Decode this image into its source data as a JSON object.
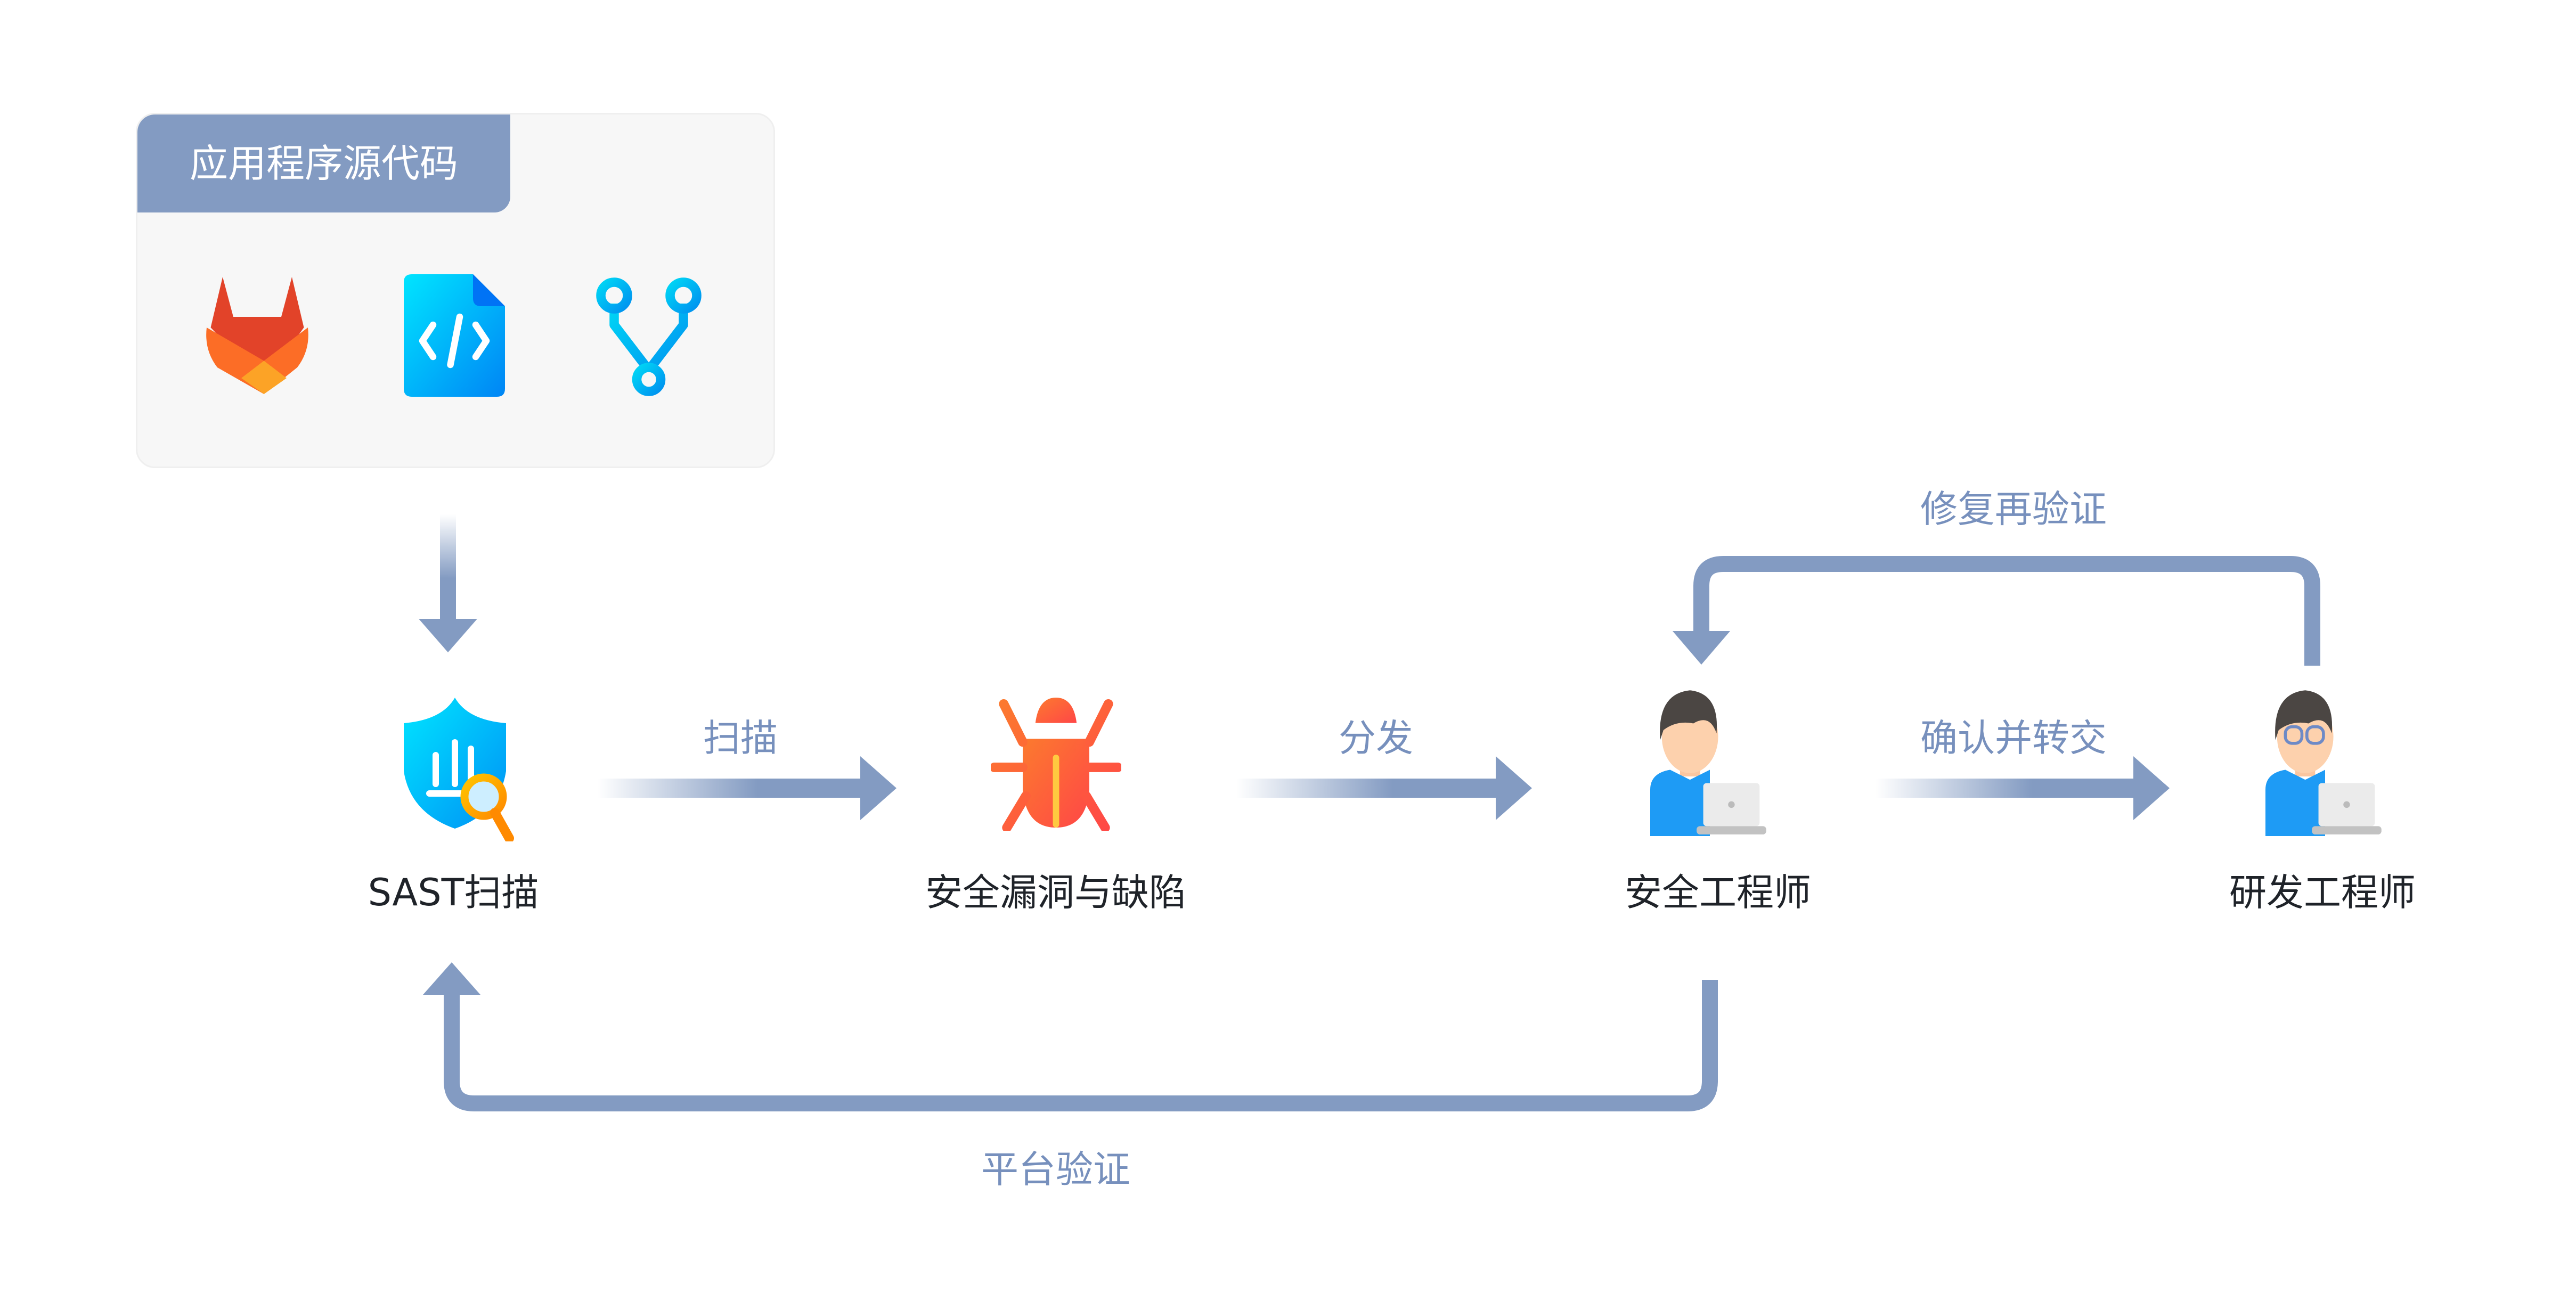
{
  "source_card": {
    "title": "应用程序源代码",
    "icons": [
      "gitlab-icon",
      "code-file-icon",
      "git-branch-icon"
    ]
  },
  "nodes": {
    "sast": "SAST扫描",
    "vuln": "安全漏洞与缺陷",
    "security_engineer": "安全工程师",
    "dev_engineer": "研发工程师"
  },
  "edges": {
    "scan": "扫描",
    "dispatch": "分发",
    "confirm_transfer": "确认并转交",
    "fix_reverify": "修复再验证",
    "platform_verify": "平台验证"
  },
  "colors": {
    "arrow": "#839bc2",
    "label": "#7790bd",
    "text": "#1f2329"
  }
}
